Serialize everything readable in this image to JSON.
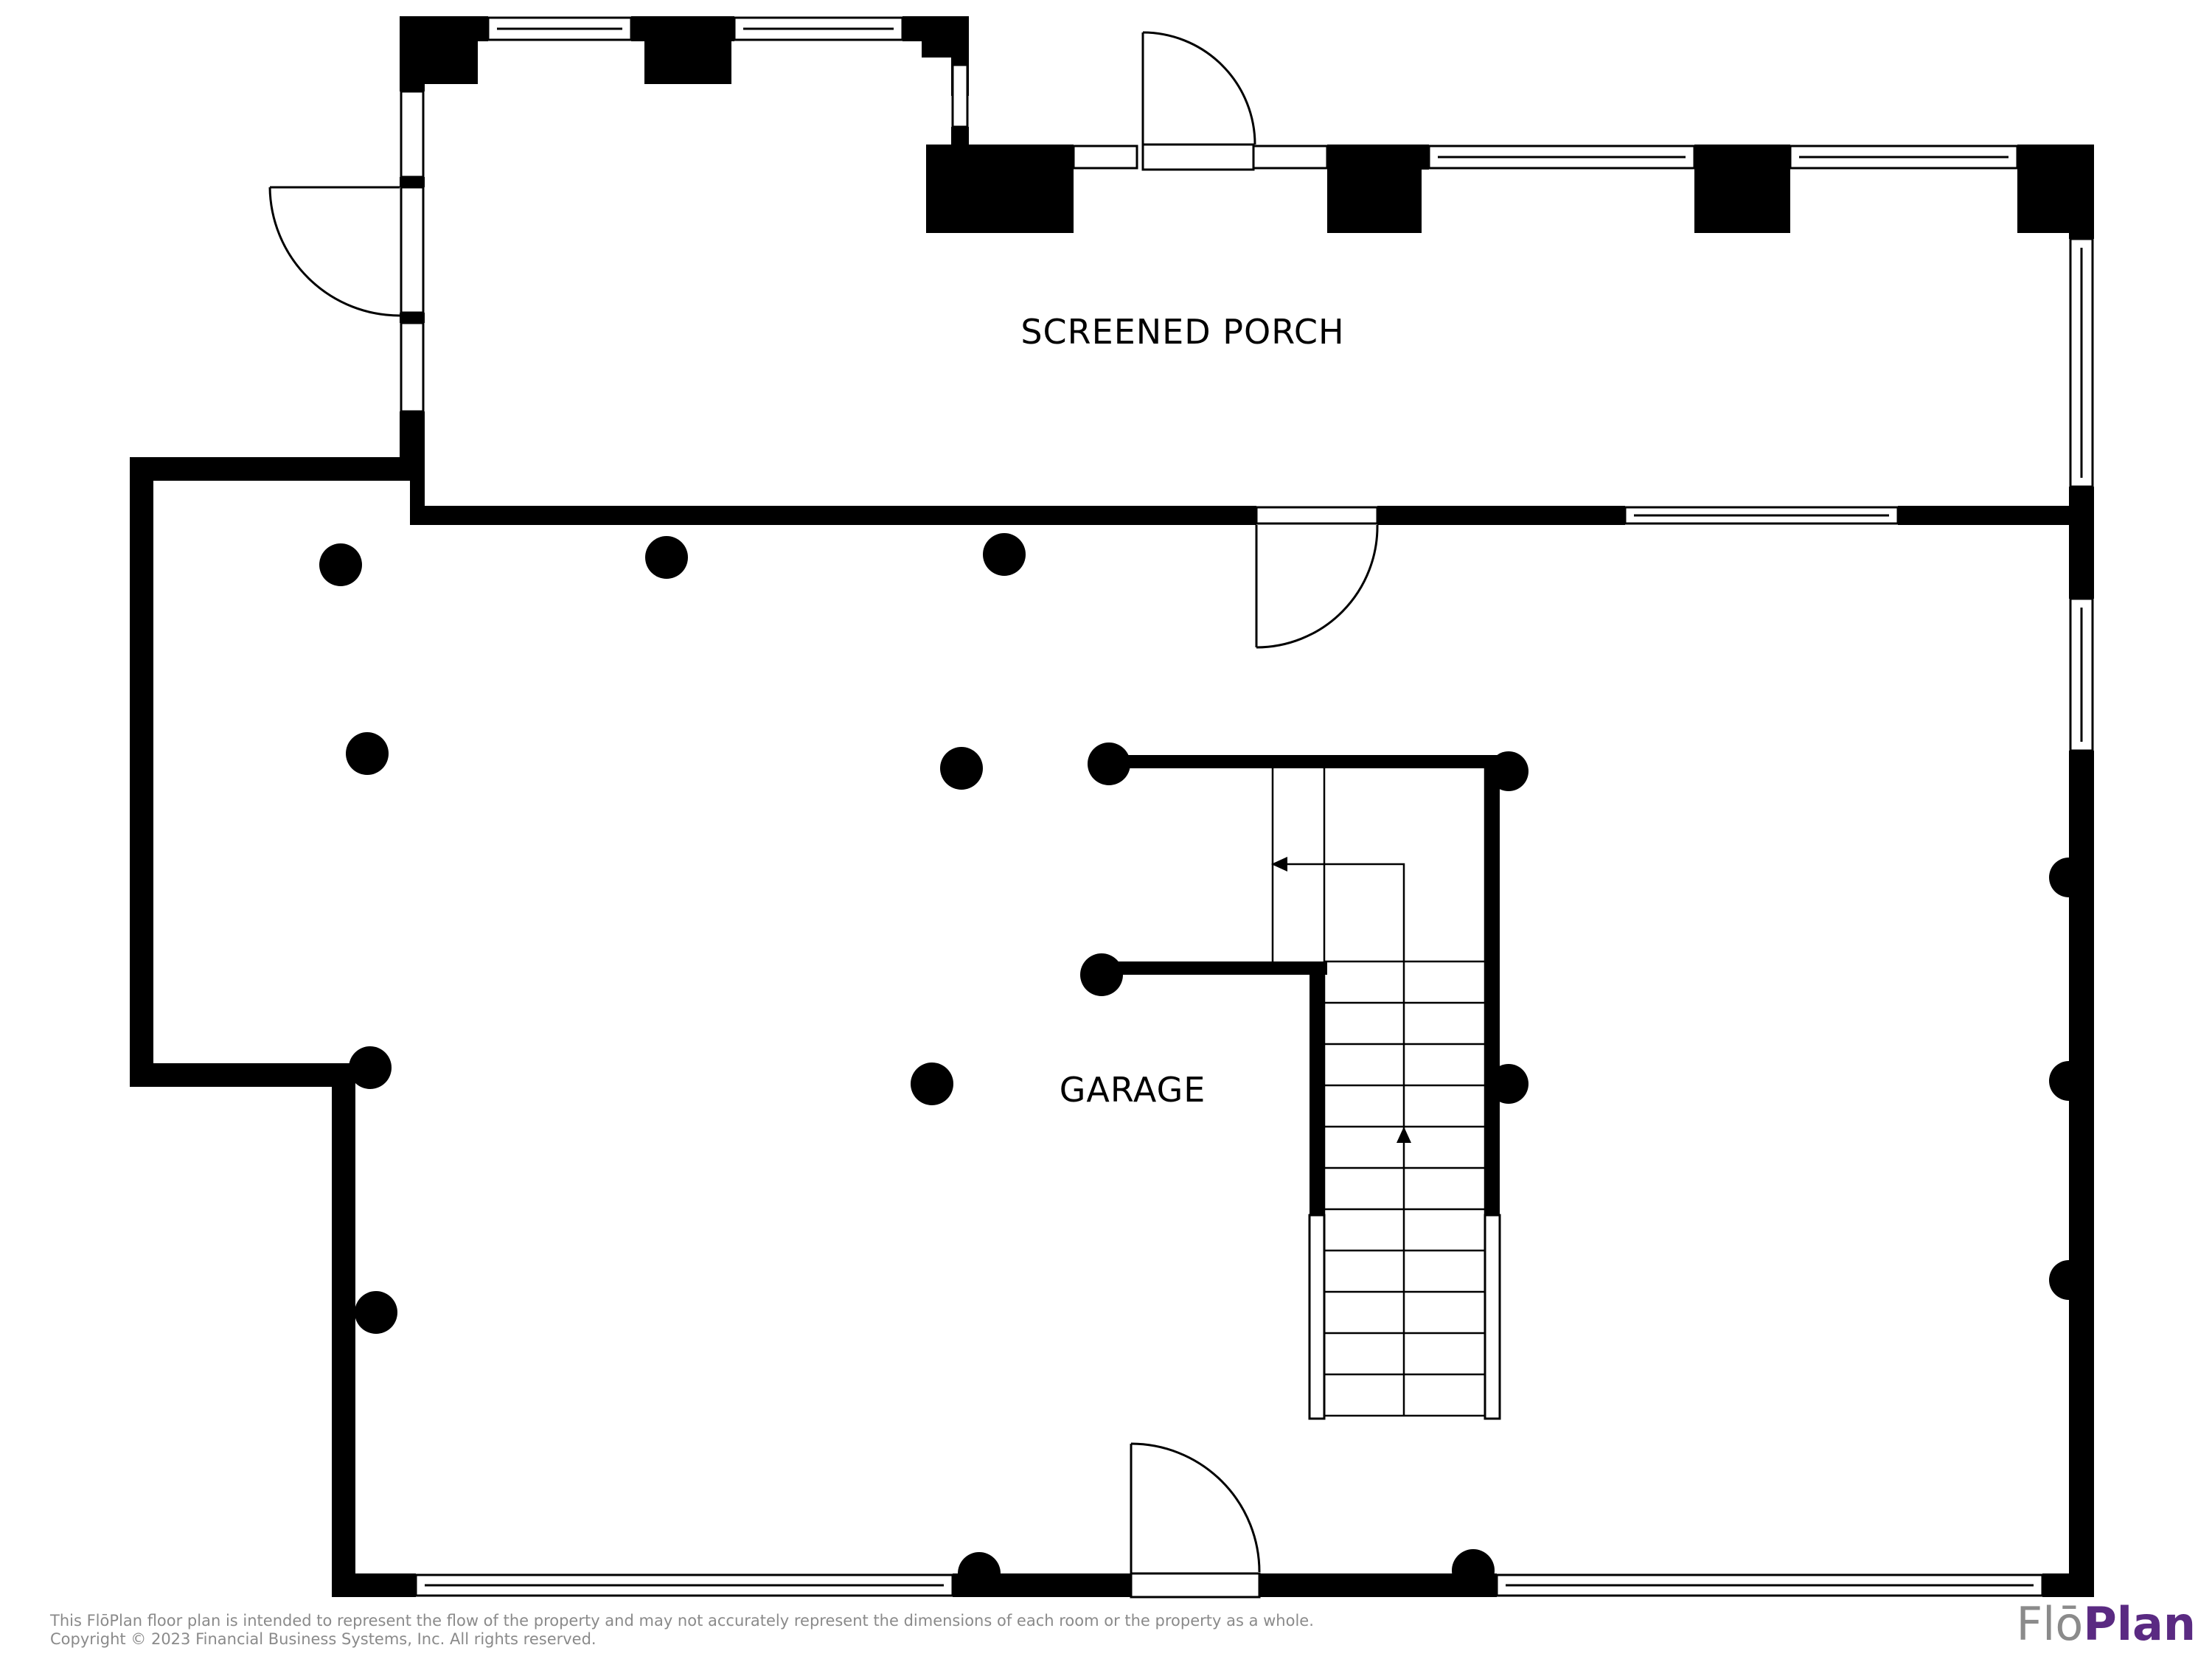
{
  "rooms": {
    "screened_porch": "SCREENED PORCH",
    "garage": "GARAGE"
  },
  "footer": {
    "disclaimer": "This FlōPlan floor plan is intended to represent the flow of the property and may not accurately represent the dimensions of each room or the property as a whole.",
    "copyright": "Copyright © 2023 Financial Business Systems, Inc. All rights reserved."
  },
  "logo": {
    "part1": "Flō",
    "part2": "Plan"
  },
  "colors": {
    "wall": "#000000",
    "background": "#ffffff",
    "footer_text": "#8a8a8a",
    "logo_gray": "#8b8b8b",
    "logo_purple": "#5a2a82"
  }
}
